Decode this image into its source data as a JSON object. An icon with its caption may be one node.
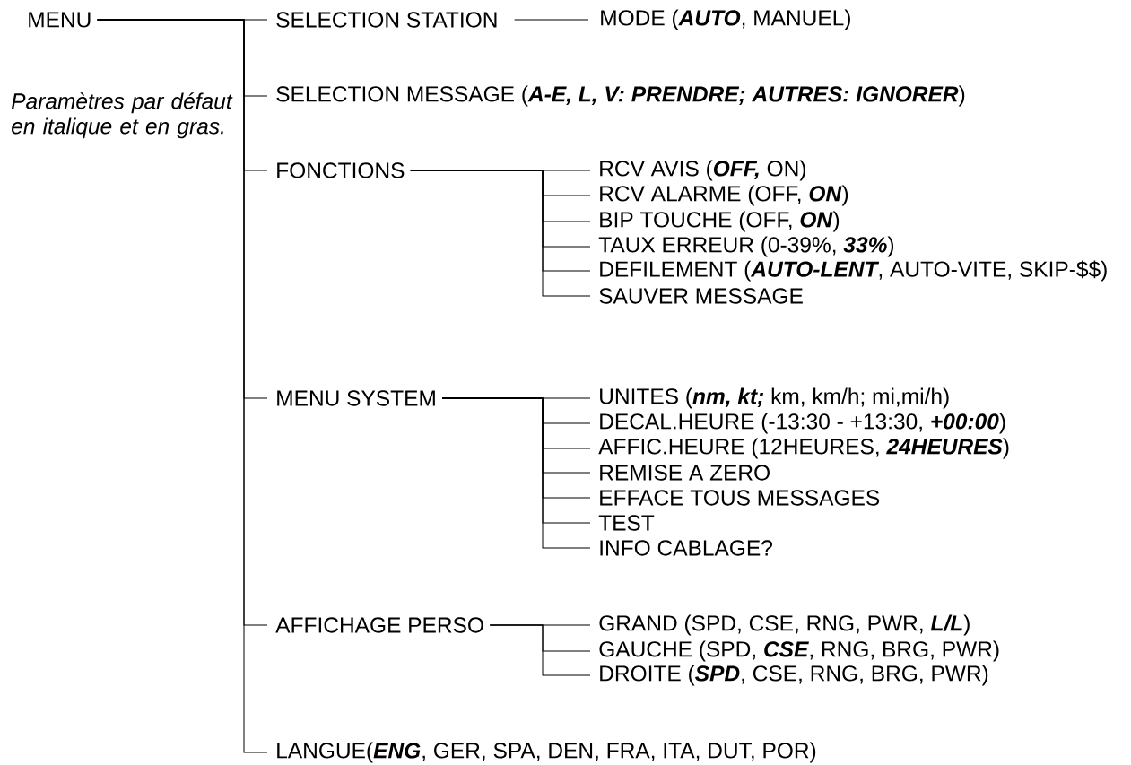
{
  "diagram": {
    "nodes": [
      {
        "text": [
          "MENU"
        ]
      },
      {
        "text": [
          "SELECTION STATION"
        ]
      },
      {
        "text": [
          "MODE (**AUTO**, MANUEL)"
        ]
      },
      {
        "text": [
          "SELECTION MESSAGE (**A-E, L, V: PRENDRE; AUTRES: IGNORER**)"
        ]
      },
      {
        "text": [
          "FONCTIONS"
        ]
      },
      {
        "text": [
          "RCV AVIS (**OFF,** ON)"
        ]
      },
      {
        "text": [
          "RCV ALARME (OFF, **ON**)"
        ]
      },
      {
        "text": [
          "BIP TOUCHE (OFF, **ON**)"
        ]
      },
      {
        "text": [
          "TAUX ERREUR (0-39%, **33%**)"
        ]
      },
      {
        "text": [
          "DEFILEMENT (**AUTO-LENT**, AUTO-VITE, SKIP-$$)"
        ]
      },
      {
        "text": [
          "SAUVER MESSAGE"
        ]
      },
      {
        "text": [
          "MENU SYSTEM"
        ]
      },
      {
        "text": [
          "UNITES (**nm, kt;** km, km/h; mi,mi/h)"
        ]
      },
      {
        "text": [
          "DECAL.HEURE (-13:30 - +13:30, **+00:00**)"
        ]
      },
      {
        "text": [
          "AFFIC.HEURE (12HEURES, **24HEURES**)"
        ]
      },
      {
        "text": [
          "REMISE A ZERO"
        ]
      },
      {
        "text": [
          "EFFACE TOUS MESSAGES"
        ]
      },
      {
        "text": [
          "TEST"
        ]
      },
      {
        "text": [
          "INFO CABLAGE?"
        ]
      },
      {
        "text": [
          "AFFICHAGE PERSO"
        ]
      },
      {
        "text": [
          "GRAND (SPD, CSE, RNG, PWR, **L/L**)"
        ]
      },
      {
        "text": [
          "GAUCHE (SPD, **CSE**, RNG, BRG, PWR)"
        ]
      },
      {
        "text": [
          "DROITE (**SPD**, CSE, RNG, BRG, PWR)"
        ]
      },
      {
        "text": [
          "LANGUE(**ENG**, GER, SPA, DEN, FRA, ITA, DUT, POR)"
        ]
      }
    ],
    "edges": [
      {
        "from": 0,
        "to": 1,
        "arrow": "none"
      },
      {
        "from": 1,
        "to": 2,
        "arrow": "none"
      },
      {
        "from": 0,
        "to": 3,
        "arrow": "none"
      },
      {
        "from": 0,
        "to": 4,
        "arrow": "none"
      },
      {
        "from": 4,
        "to": 5,
        "arrow": "none"
      },
      {
        "from": 4,
        "to": 6,
        "arrow": "none"
      },
      {
        "from": 4,
        "to": 7,
        "arrow": "none"
      },
      {
        "from": 4,
        "to": 8,
        "arrow": "none"
      },
      {
        "from": 4,
        "to": 9,
        "arrow": "none"
      },
      {
        "from": 4,
        "to": 10,
        "arrow": "none"
      },
      {
        "from": 0,
        "to": 11,
        "arrow": "none"
      },
      {
        "from": 11,
        "to": 12,
        "arrow": "none"
      },
      {
        "from": 11,
        "to": 13,
        "arrow": "none"
      },
      {
        "from": 11,
        "to": 14,
        "arrow": "none"
      },
      {
        "from": 11,
        "to": 15,
        "arrow": "none"
      },
      {
        "from": 11,
        "to": 16,
        "arrow": "none"
      },
      {
        "from": 11,
        "to": 17,
        "arrow": "none"
      },
      {
        "from": 11,
        "to": 18,
        "arrow": "none"
      },
      {
        "from": 0,
        "to": 19,
        "arrow": "none"
      },
      {
        "from": 19,
        "to": 20,
        "arrow": "none"
      },
      {
        "from": 19,
        "to": 21,
        "arrow": "none"
      },
      {
        "from": 19,
        "to": 22,
        "arrow": "none"
      },
      {
        "from": 0,
        "to": 23,
        "arrow": "none"
      }
    ],
    "labels": [
      "Paramètres par défaut en italique et en gras."
    ]
  }
}
